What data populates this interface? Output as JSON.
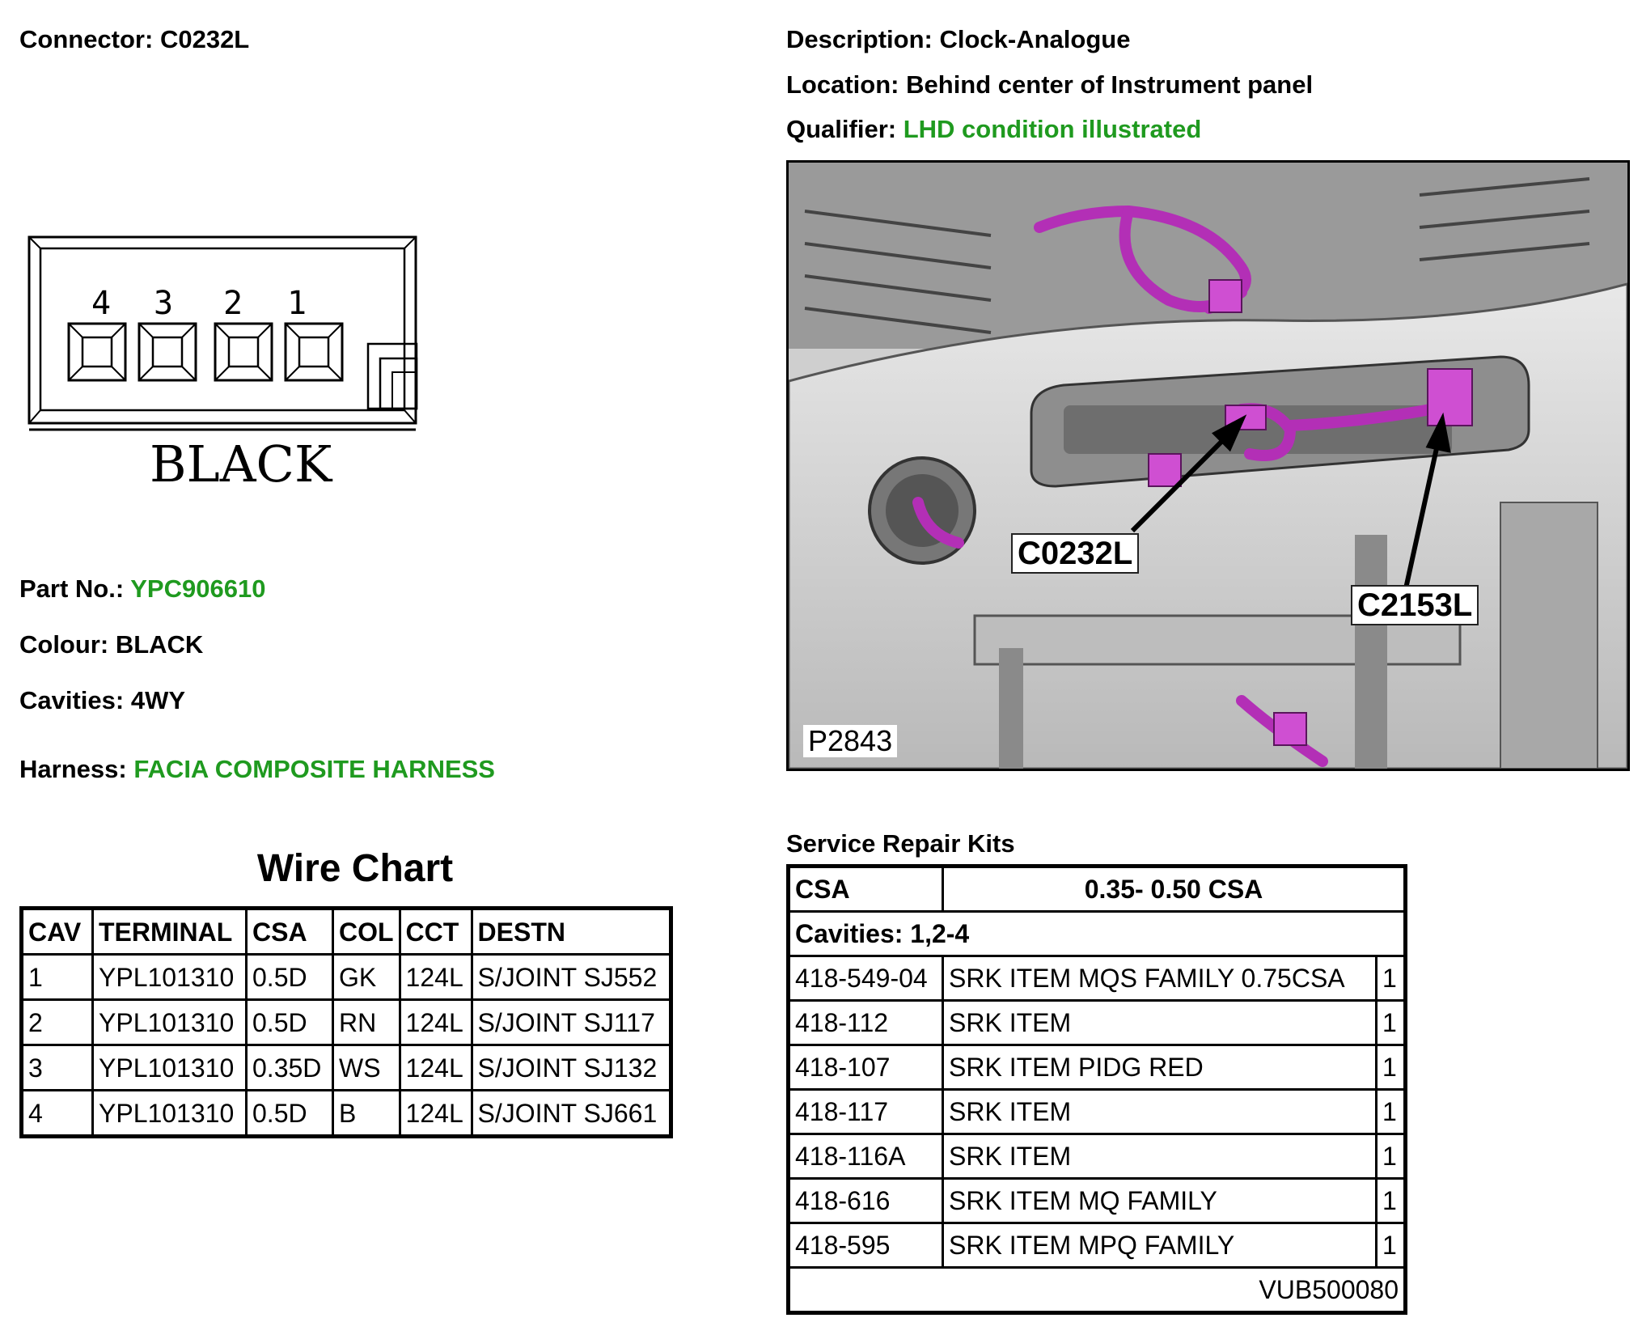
{
  "connector": {
    "label": "Connector:",
    "value": "C0232L"
  },
  "description": {
    "label": "Description:",
    "value": "Clock-Analogue"
  },
  "location": {
    "label": "Location:",
    "value": "Behind center of Instrument panel"
  },
  "qualifier": {
    "label": "Qualifier:",
    "value": "LHD condition illustrated"
  },
  "diagram": {
    "pins": [
      "4",
      "3",
      "2",
      "1"
    ],
    "colour_text": "BLACK"
  },
  "part_no": {
    "label": "Part No.:",
    "value": "YPC906610"
  },
  "colour": {
    "label": "Colour:",
    "value": "BLACK"
  },
  "cavities": {
    "label": "Cavities:",
    "value": "4WY"
  },
  "harness": {
    "label": "Harness:",
    "value": "FACIA COMPOSITE HARNESS"
  },
  "photo": {
    "callouts": [
      "C0232L",
      "C2153L"
    ],
    "id": "P2843",
    "harness_color": "#b32fb6"
  },
  "accent_color": "#1f9a1f",
  "wire_chart": {
    "title": "Wire Chart",
    "headers": [
      "CAV",
      "TERMINAL",
      "CSA",
      "COL",
      "CCT",
      "DESTN"
    ],
    "rows": [
      [
        "1",
        "YPL101310",
        "0.5D",
        "GK",
        "124L",
        "S/JOINT SJ552"
      ],
      [
        "2",
        "YPL101310",
        "0.5D",
        "RN",
        "124L",
        "S/JOINT SJ117"
      ],
      [
        "3",
        "YPL101310",
        "0.35D",
        "WS",
        "124L",
        "S/JOINT SJ132"
      ],
      [
        "4",
        "YPL101310",
        "0.5D",
        "B",
        "124L",
        "S/JOINT SJ661"
      ]
    ]
  },
  "kits": {
    "title": "Service Repair Kits",
    "csa_label": "CSA",
    "csa_value": "0.35- 0.50 CSA",
    "cavities": "Cavities: 1,2-4",
    "rows": [
      [
        "418-549-04",
        "SRK ITEM MQS FAMILY 0.75CSA",
        "1"
      ],
      [
        "418-112",
        "SRK ITEM",
        "1"
      ],
      [
        "418-107",
        "SRK ITEM PIDG RED",
        "1"
      ],
      [
        "418-117",
        "SRK ITEM",
        "1"
      ],
      [
        "418-116A",
        "SRK ITEM",
        "1"
      ],
      [
        "418-616",
        "SRK ITEM MQ FAMILY",
        "1"
      ],
      [
        "418-595",
        "SRK ITEM MPQ FAMILY",
        "1"
      ]
    ],
    "ref": "VUB500080"
  }
}
